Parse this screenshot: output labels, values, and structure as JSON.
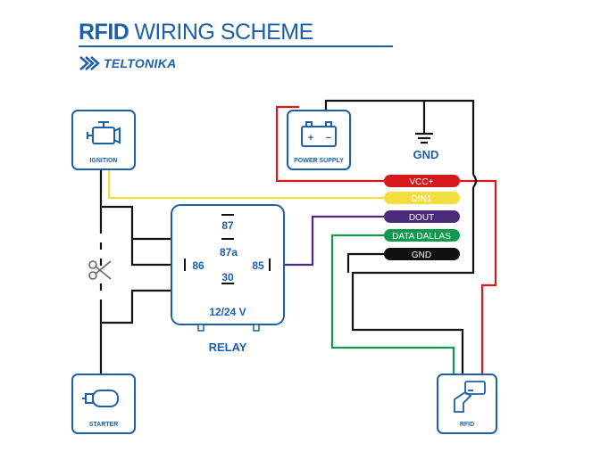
{
  "header": {
    "title_bold": "RFID",
    "title_rest": "WIRING SCHEME",
    "brand": "TELTONIKA"
  },
  "components": {
    "ignition": "IGNITION",
    "power_supply": "POWER SUPPLY",
    "power_plus": "+",
    "power_minus": "−",
    "ground": "GND",
    "starter": "STARTER",
    "rfid": "RFID",
    "relay": "RELAY",
    "relay_voltage": "12/24 V"
  },
  "relay_pins": {
    "p87": "87",
    "p87a": "87a",
    "p86": "86",
    "p85": "85",
    "p30": "30"
  },
  "wire_labels": [
    {
      "text": "VCC+",
      "color": "#d7191f"
    },
    {
      "text": "DIN1",
      "color": "#f2de3c"
    },
    {
      "text": "DOUT",
      "color": "#4b2a7b"
    },
    {
      "text": "DATA DALLAS",
      "color": "#0f9a4e"
    },
    {
      "text": "GND",
      "color": "#111111"
    }
  ],
  "colors": {
    "accent": "#1d5fa8",
    "red": "#d7191f",
    "yellow": "#f2de3c",
    "purple": "#4b2a7b",
    "green": "#0f9a4e",
    "black": "#111111"
  }
}
